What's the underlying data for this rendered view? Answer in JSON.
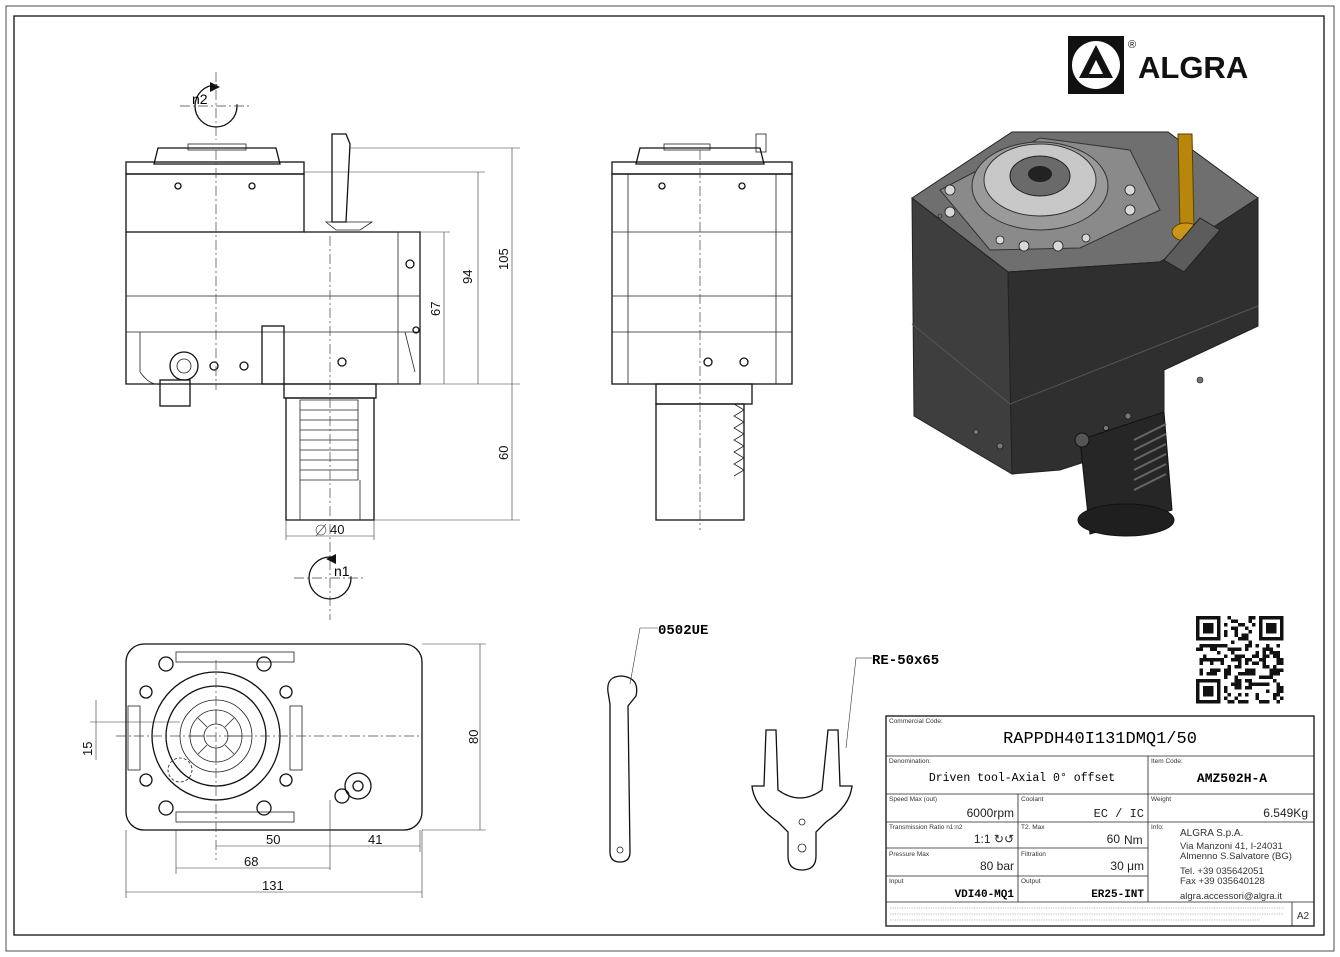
{
  "brand": {
    "name": "ALGRA",
    "registered": "®"
  },
  "views": {
    "rotation_top": "n2",
    "rotation_bottom": "n1",
    "dim_105": "105",
    "dim_94": "94",
    "dim_67": "67",
    "dim_60": "60",
    "dim_d40": "40",
    "dim_80": "80",
    "dim_15": "15",
    "dim_50": "50",
    "dim_41": "41",
    "dim_68": "68",
    "dim_131": "131"
  },
  "accessories": {
    "wrench_code": "0502UE",
    "fork_code": "RE-50x65"
  },
  "title_block": {
    "commercial_code_label": "Commercial Code:",
    "commercial_code": "RAPPDH40I131DMQ1/50",
    "denomination_label": "Denomination:",
    "denomination": "Driven tool-Axial 0° offset",
    "item_code_label": "Item Code:",
    "item_code": "AMZ502H-A",
    "speed_label": "Speed Max (out)",
    "speed": "6000rpm",
    "coolant_label": "Coolant",
    "coolant": "EC / IC",
    "weight_label": "Weight",
    "weight": "6.549Kg",
    "ratio_label": "Transmission Ratio n1:n2",
    "ratio": "1:1 ↻↺",
    "torque_label": "T2. Max",
    "torque": "60",
    "torque_unit": "Nm",
    "pressure_label": "Pressure Max",
    "pressure": "80 bar",
    "filtration_label": "Filtration",
    "filtration": "30 μm",
    "input_label": "Input",
    "input": "VDI40-MQ1",
    "output_label": "Output",
    "output": "ER25-INT",
    "info_label": "Info:",
    "company": "ALGRA S.p.A.",
    "address1": "Via Manzoni 41, I-24031",
    "address2": "Almenno S.Salvatore (BG)",
    "tel": "Tel. +39 035642051",
    "fax": "Fax +39 035640128",
    "email": "algra.accessori@algra.it",
    "sheet_size": "A2"
  }
}
